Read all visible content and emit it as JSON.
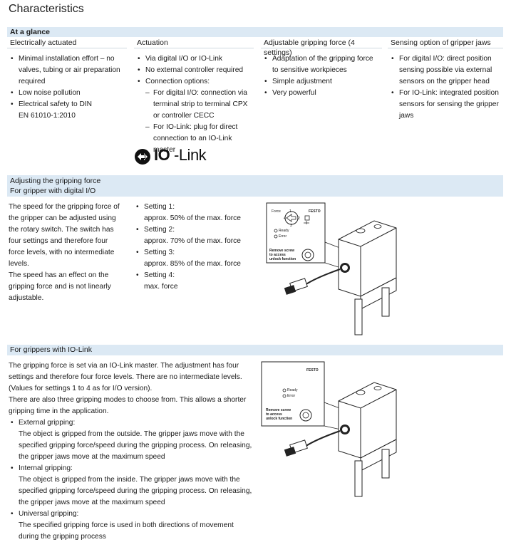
{
  "title": "Characteristics",
  "glance": {
    "heading": "At a glance",
    "columns": [
      {
        "header": "Electrically actuated",
        "items": [
          {
            "text": "Minimal installation effort – no valves, tubing or air preparation required"
          },
          {
            "text": "Low noise pollution"
          },
          {
            "text": "Electrical safety to DIN EN 61010-1:2010"
          }
        ]
      },
      {
        "header": "Actuation",
        "items": [
          {
            "text": "Via digital I/O or IO-Link"
          },
          {
            "text": "No external controller required"
          },
          {
            "text": "Connection options:",
            "sub": [
              "For digital I/O: connection via terminal strip to terminal CPX or controller CECC",
              "For IO-Link: plug for direct connection to an IO-Link master"
            ]
          }
        ],
        "logo": {
          "prefix": "IO",
          "suffix": "-Link",
          "icon": "io-link-logo-icon"
        }
      },
      {
        "header": "Adjustable gripping force (4 settings)",
        "items": [
          {
            "text": "Adaptation of the gripping force to sensitive workpieces"
          },
          {
            "text": "Simple adjustment"
          },
          {
            "text": "Very powerful"
          }
        ]
      },
      {
        "header": "Sensing option of gripper jaws",
        "items": [
          {
            "text": "For digital I/O: direct position sensing possible via external sensors on the gripper head"
          },
          {
            "text": "For IO-Link: integrated position sensors for sensing the gripper jaws"
          }
        ]
      }
    ]
  },
  "adjusting": {
    "heading": "Adjusting the gripping force",
    "subheading": "For gripper with digital I/O",
    "description": [
      "The speed for the gripping force of the gripper can be adjusted using the rotary switch. The switch has four settings and therefore four force levels, with no intermediate levels.",
      "The speed has an effect on the gripping force and is not linearly adjustable."
    ],
    "settings": [
      {
        "label": "Setting 1:",
        "value": "approx. 50% of the max. force"
      },
      {
        "label": "Setting 2:",
        "value": "approx. 70% of the max. force"
      },
      {
        "label": "Setting 3:",
        "value": "approx. 85% of the max. force"
      },
      {
        "label": "Setting 4:",
        "value": "max. force"
      }
    ],
    "figure": {
      "force_label": "Force",
      "brand": "FESTO",
      "dial_numbers": [
        "1",
        "2",
        "3",
        "4"
      ],
      "led_ready": "Ready",
      "led_error": "Error",
      "screw_note": [
        "Remove screw",
        "to access",
        "unlock function"
      ]
    }
  },
  "iolink": {
    "heading": "For grippers with IO-Link",
    "paragraphs": [
      "The gripping force is set via an IO-Link master. The adjustment has four settings and therefore four force levels. There are no intermediate levels. (Values for settings 1 to 4 as for I/O version).",
      "There are also three gripping modes to choose from. This allows a shorter gripping time in the application."
    ],
    "modes": [
      {
        "label": "External gripping:",
        "text": "The object is gripped from the outside. The gripper jaws move with the specified gripping force/speed during the gripping process. On releasing, the gripper jaws move at the maximum speed"
      },
      {
        "label": "Internal gripping:",
        "text": "The object is gripped from the inside. The gripper jaws move with the specified gripping force/speed during the gripping process. On releasing, the gripper jaws move at the maximum speed"
      },
      {
        "label": "Universal gripping:",
        "text": "The specified gripping force is used in both directions of movement during the gripping process"
      }
    ],
    "figure": {
      "brand": "FESTO",
      "led_ready": "Ready",
      "led_error": "Error",
      "screw_note": [
        "Remove screw",
        "to access",
        "unlock function"
      ]
    }
  }
}
